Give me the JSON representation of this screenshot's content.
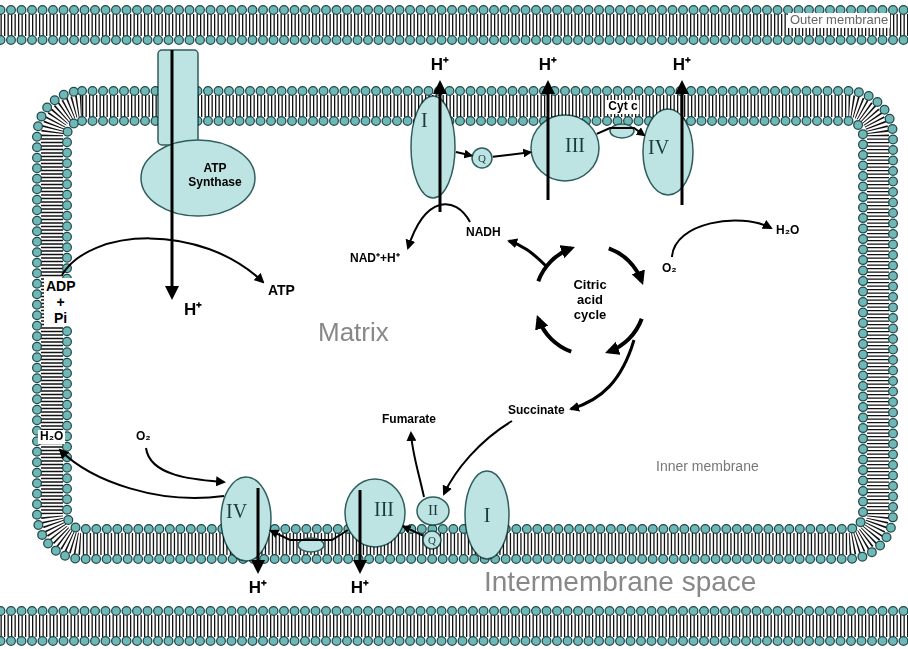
{
  "diagram": {
    "nodes": [
      {
        "text": [
          "ATP Synthase"
        ]
      },
      {
        "text": [
          "I"
        ]
      },
      {
        "text": [
          "Q"
        ]
      },
      {
        "text": [
          "III"
        ]
      },
      {
        "text": [
          "IV"
        ]
      },
      {
        "text": [
          "IV"
        ]
      },
      {
        "text": [
          "III"
        ]
      },
      {
        "text": [
          "II"
        ]
      },
      {
        "text": [
          "Q"
        ]
      },
      {
        "text": [
          "I"
        ]
      }
    ],
    "edges": [
      {
        "from": 1,
        "to": 2,
        "arrow": "to"
      },
      {
        "from": 2,
        "to": 3,
        "arrow": "to"
      },
      {
        "from": 3,
        "to": 4,
        "label": "Cyt c",
        "arrow": "to"
      },
      {
        "from": 8,
        "to": 6,
        "arrow": "to"
      },
      {
        "from": 6,
        "to": 5,
        "arrow": "to"
      }
    ],
    "labels": [
      "Outer membrane",
      "H⁺",
      "H⁺",
      "H⁺",
      "NAD⁺+H⁺",
      "NADH",
      "O₂",
      "H₂O",
      "ADP + Pi",
      "ATP",
      "H⁺",
      "Matrix",
      "Citric acid cycle",
      "Succinate",
      "Fumarate",
      "H₂O",
      "O₂",
      "Inner membrane",
      "H⁺",
      "H⁺",
      "Intermembrane space"
    ]
  }
}
